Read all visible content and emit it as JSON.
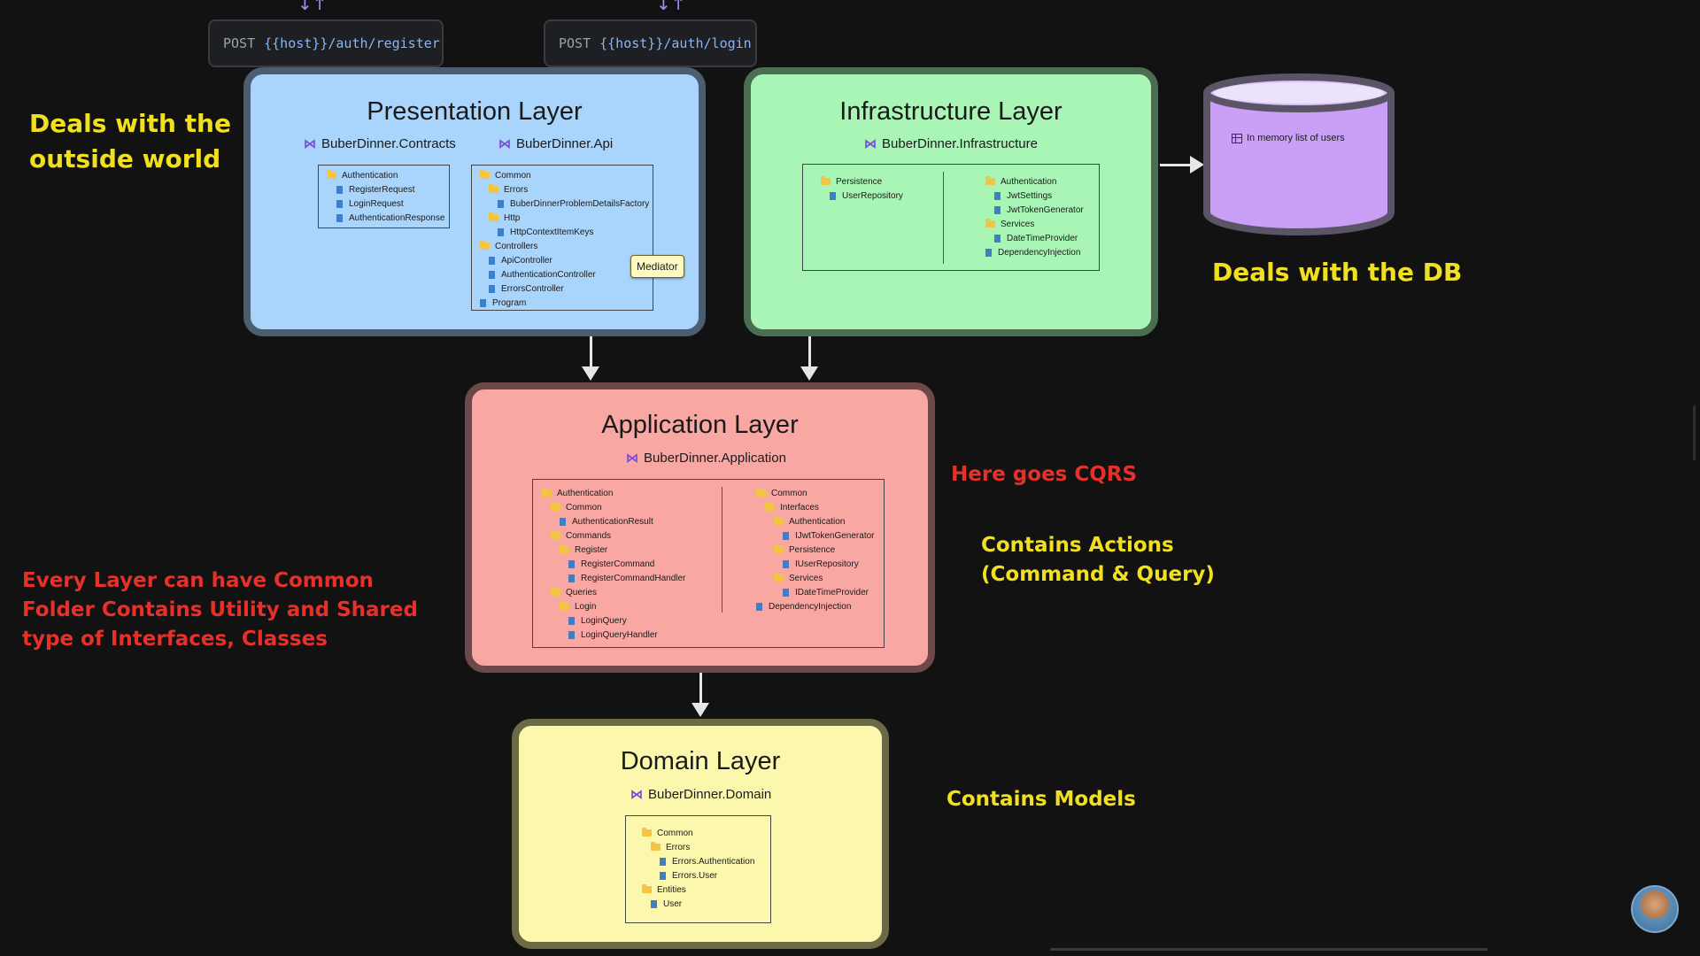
{
  "requests": [
    {
      "method": "POST",
      "url": "{{host}}/auth/register"
    },
    {
      "method": "POST",
      "url": "{{host}}/auth/login"
    }
  ],
  "request_arrows": "↓↑",
  "presentation": {
    "title": "Presentation Layer",
    "contracts": {
      "name": "BuberDinner.Contracts",
      "items": [
        "Authentication",
        "RegisterRequest",
        "LoginRequest",
        "AuthenticationResponse"
      ]
    },
    "api": {
      "name": "BuberDinner.Api",
      "items": [
        "Common",
        "Errors",
        "BuberDinnerProblemDetailsFactory",
        "Http",
        "HttpContextItemKeys",
        "Controllers",
        "ApiController",
        "AuthenticationController",
        "ErrorsController",
        "Program"
      ]
    },
    "mediator": "Mediator"
  },
  "infrastructure": {
    "title": "Infrastructure Layer",
    "name": "BuberDinner.Infrastructure",
    "left_items": [
      "Persistence",
      "UserRepository"
    ],
    "right_items": [
      "Authentication",
      "JwtSettings",
      "JwtTokenGenerator",
      "Services",
      "DateTimeProvider",
      "DependencyInjection"
    ]
  },
  "db": {
    "label": "In memory list of users",
    "icon": "table-icon",
    "color": "#c9a0f5"
  },
  "application": {
    "title": "Application Layer",
    "name": "BuberDinner.Application",
    "left_items": [
      "Authentication",
      "Common",
      "AuthenticationResult",
      "Commands",
      "Register",
      "RegisterCommand",
      "RegisterCommandHandler",
      "Queries",
      "Login",
      "LoginQuery",
      "LoginQueryHandler"
    ],
    "right_items": [
      "Common",
      "Interfaces",
      "Authentication",
      "IJwtTokenGenerator",
      "Persistence",
      "IUserRepository",
      "Services",
      "IDateTimeProvider",
      "DependencyInjection"
    ]
  },
  "domain": {
    "title": "Domain Layer",
    "name": "BuberDinner.Domain",
    "items": [
      "Common",
      "Errors",
      "Errors.Authentication",
      "Errors.User",
      "Entities",
      "User"
    ]
  },
  "notes": {
    "outside_1": "Deals with the",
    "outside_2": "outside world",
    "db": "Deals with the DB",
    "cqrs": "Here goes CQRS",
    "actions_1": "Contains Actions",
    "actions_2": "(Command & Query)",
    "common_1": "Every Layer can have Common",
    "common_2": "Folder Contains Utility and Shared",
    "common_3": "type of Interfaces, Classes",
    "models": "Contains Models"
  },
  "colors": {
    "presentation": "#a9d4fb",
    "infrastructure": "#a8f5b6",
    "application": "#f9a7a3",
    "domain": "#fbf8ad",
    "note_yellow": "#f0e020",
    "note_red": "#e8302a"
  }
}
